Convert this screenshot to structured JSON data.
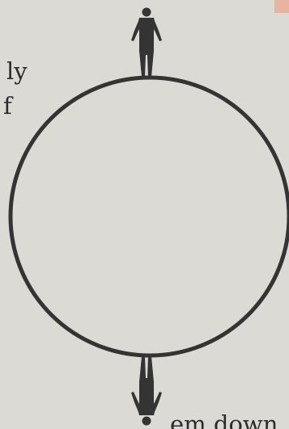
{
  "text_fragments": [
    "ly",
    "f",
    "em down"
  ],
  "colors": {
    "background": "#dcdad4",
    "ink": "#343434",
    "corner_accent": "#e7b4a0"
  },
  "figures": [
    {
      "name": "standing-person-top",
      "orientation": "upright"
    },
    {
      "name": "standing-person-bottom",
      "orientation": "upside-down"
    }
  ]
}
